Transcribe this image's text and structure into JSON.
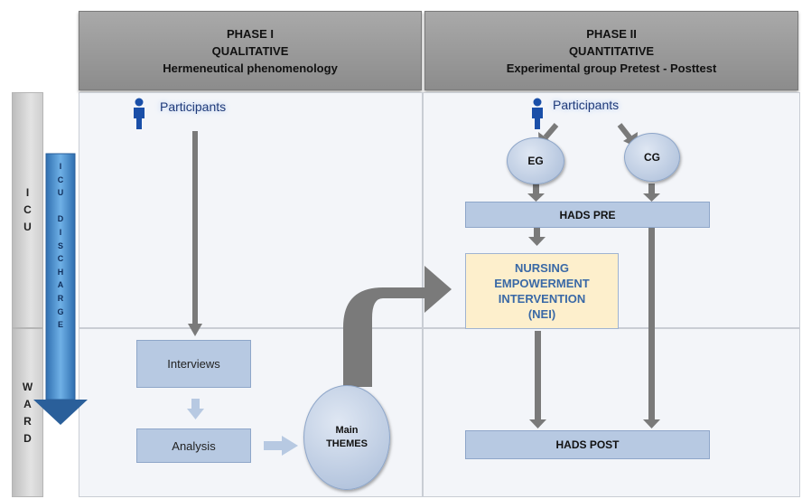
{
  "phase1": {
    "title": "PHASE  I",
    "type": "QUALITATIVE",
    "method": "Hermeneutical phenomenology"
  },
  "phase2": {
    "title": "PHASE  II",
    "type": "QUANTITATIVE",
    "method": "Experimental group Pretest - Posttest"
  },
  "side_labels": {
    "icu": [
      "I",
      "C",
      "U"
    ],
    "ward": [
      "W",
      "A",
      "R",
      "D"
    ],
    "discharge_arrow": [
      "I",
      "C",
      "U",
      "",
      "D",
      "I",
      "S",
      "C",
      "H",
      "A",
      "R",
      "G",
      "E"
    ]
  },
  "phase1_flow": {
    "participants": "Participants",
    "interviews": "Interviews",
    "analysis": "Analysis",
    "themes_line1": "Main",
    "themes_line2": "THEMES"
  },
  "phase2_flow": {
    "participants": "Participants",
    "eg": "EG",
    "cg": "CG",
    "hads_pre": "HADS PRE",
    "nei_lines": [
      "NURSING",
      "EMPOWERMENT",
      "INTERVENTION",
      "(NEI)"
    ],
    "hads_post": "HADS POST"
  },
  "colors": {
    "header_gray": "#999999",
    "box_blue": "#b7c9e2",
    "nei_fill": "#fdefcc",
    "nei_text": "#3a69a6",
    "arrow_gray": "#7a7a7a",
    "discharge_arrow_blue": "#3f86c9"
  },
  "icons": {
    "participant": "person-icon"
  }
}
